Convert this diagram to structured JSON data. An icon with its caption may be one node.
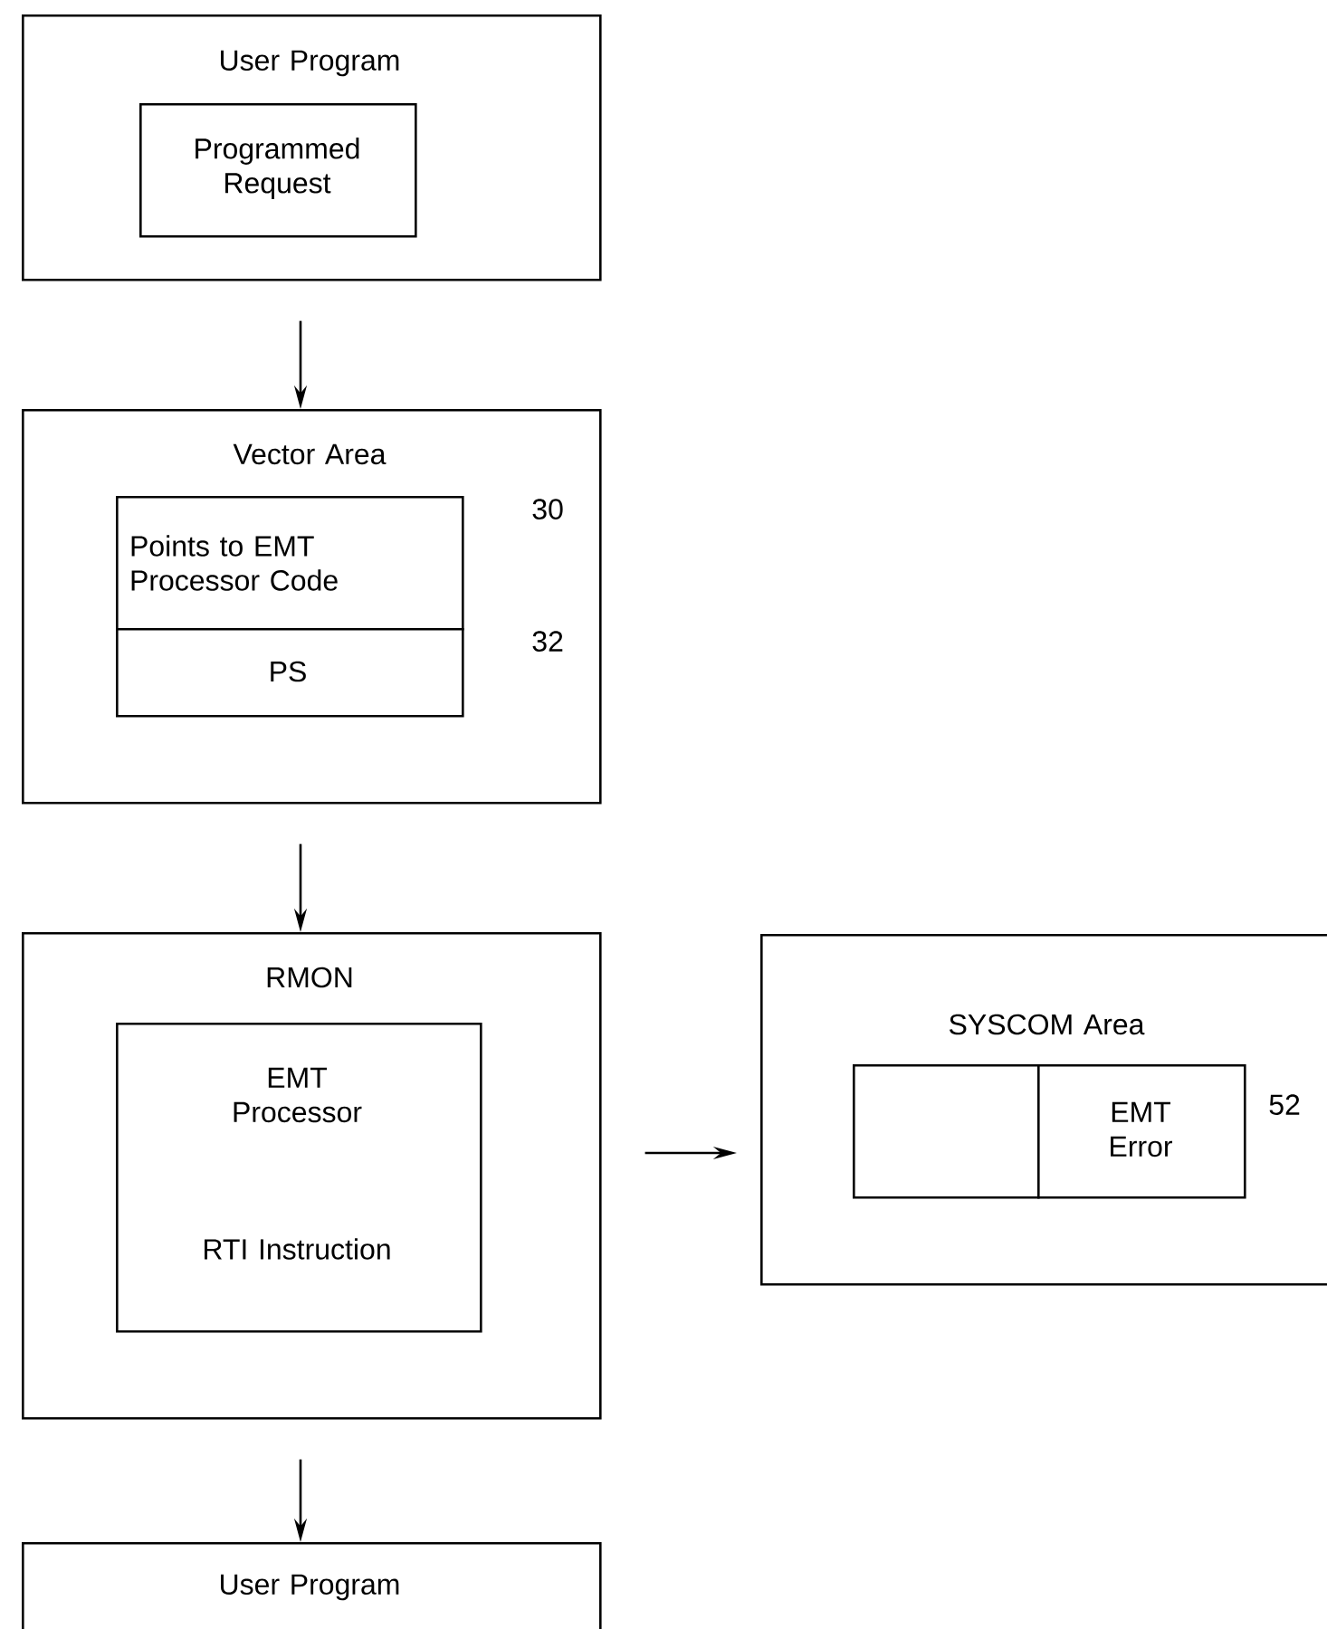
{
  "diagram": {
    "nodes": [
      {
        "text": [
          "User Program"
        ]
      },
      {
        "text": [
          "Programmed Request"
        ],
        "in": 0
      },
      {
        "text": [
          "Vector Area"
        ]
      },
      {
        "text": [
          "Points to EMT Processor Code"
        ],
        "in": 2,
        "beside": [
          "30"
        ]
      },
      {
        "text": [
          "PS"
        ],
        "in": 2,
        "beside": [
          "32"
        ]
      },
      {
        "text": [
          "RMON"
        ]
      },
      {
        "text": [
          "EMT Processor",
          "RTI Instruction"
        ],
        "in": 5
      },
      {
        "text": [
          "SYSCOM Area"
        ]
      },
      {
        "text": [],
        "shape": "box",
        "in": 7
      },
      {
        "text": [
          "EMT Error"
        ],
        "in": 7,
        "beside": [
          "52"
        ]
      },
      {
        "text": [
          "User Program"
        ]
      }
    ],
    "edges": [
      {
        "from": 0,
        "to": 2,
        "arrow": "to"
      },
      {
        "from": 2,
        "to": 5,
        "arrow": "to"
      },
      {
        "from": 5,
        "to": 7,
        "arrow": "to"
      },
      {
        "from": 5,
        "to": 10,
        "arrow": "to"
      }
    ]
  }
}
